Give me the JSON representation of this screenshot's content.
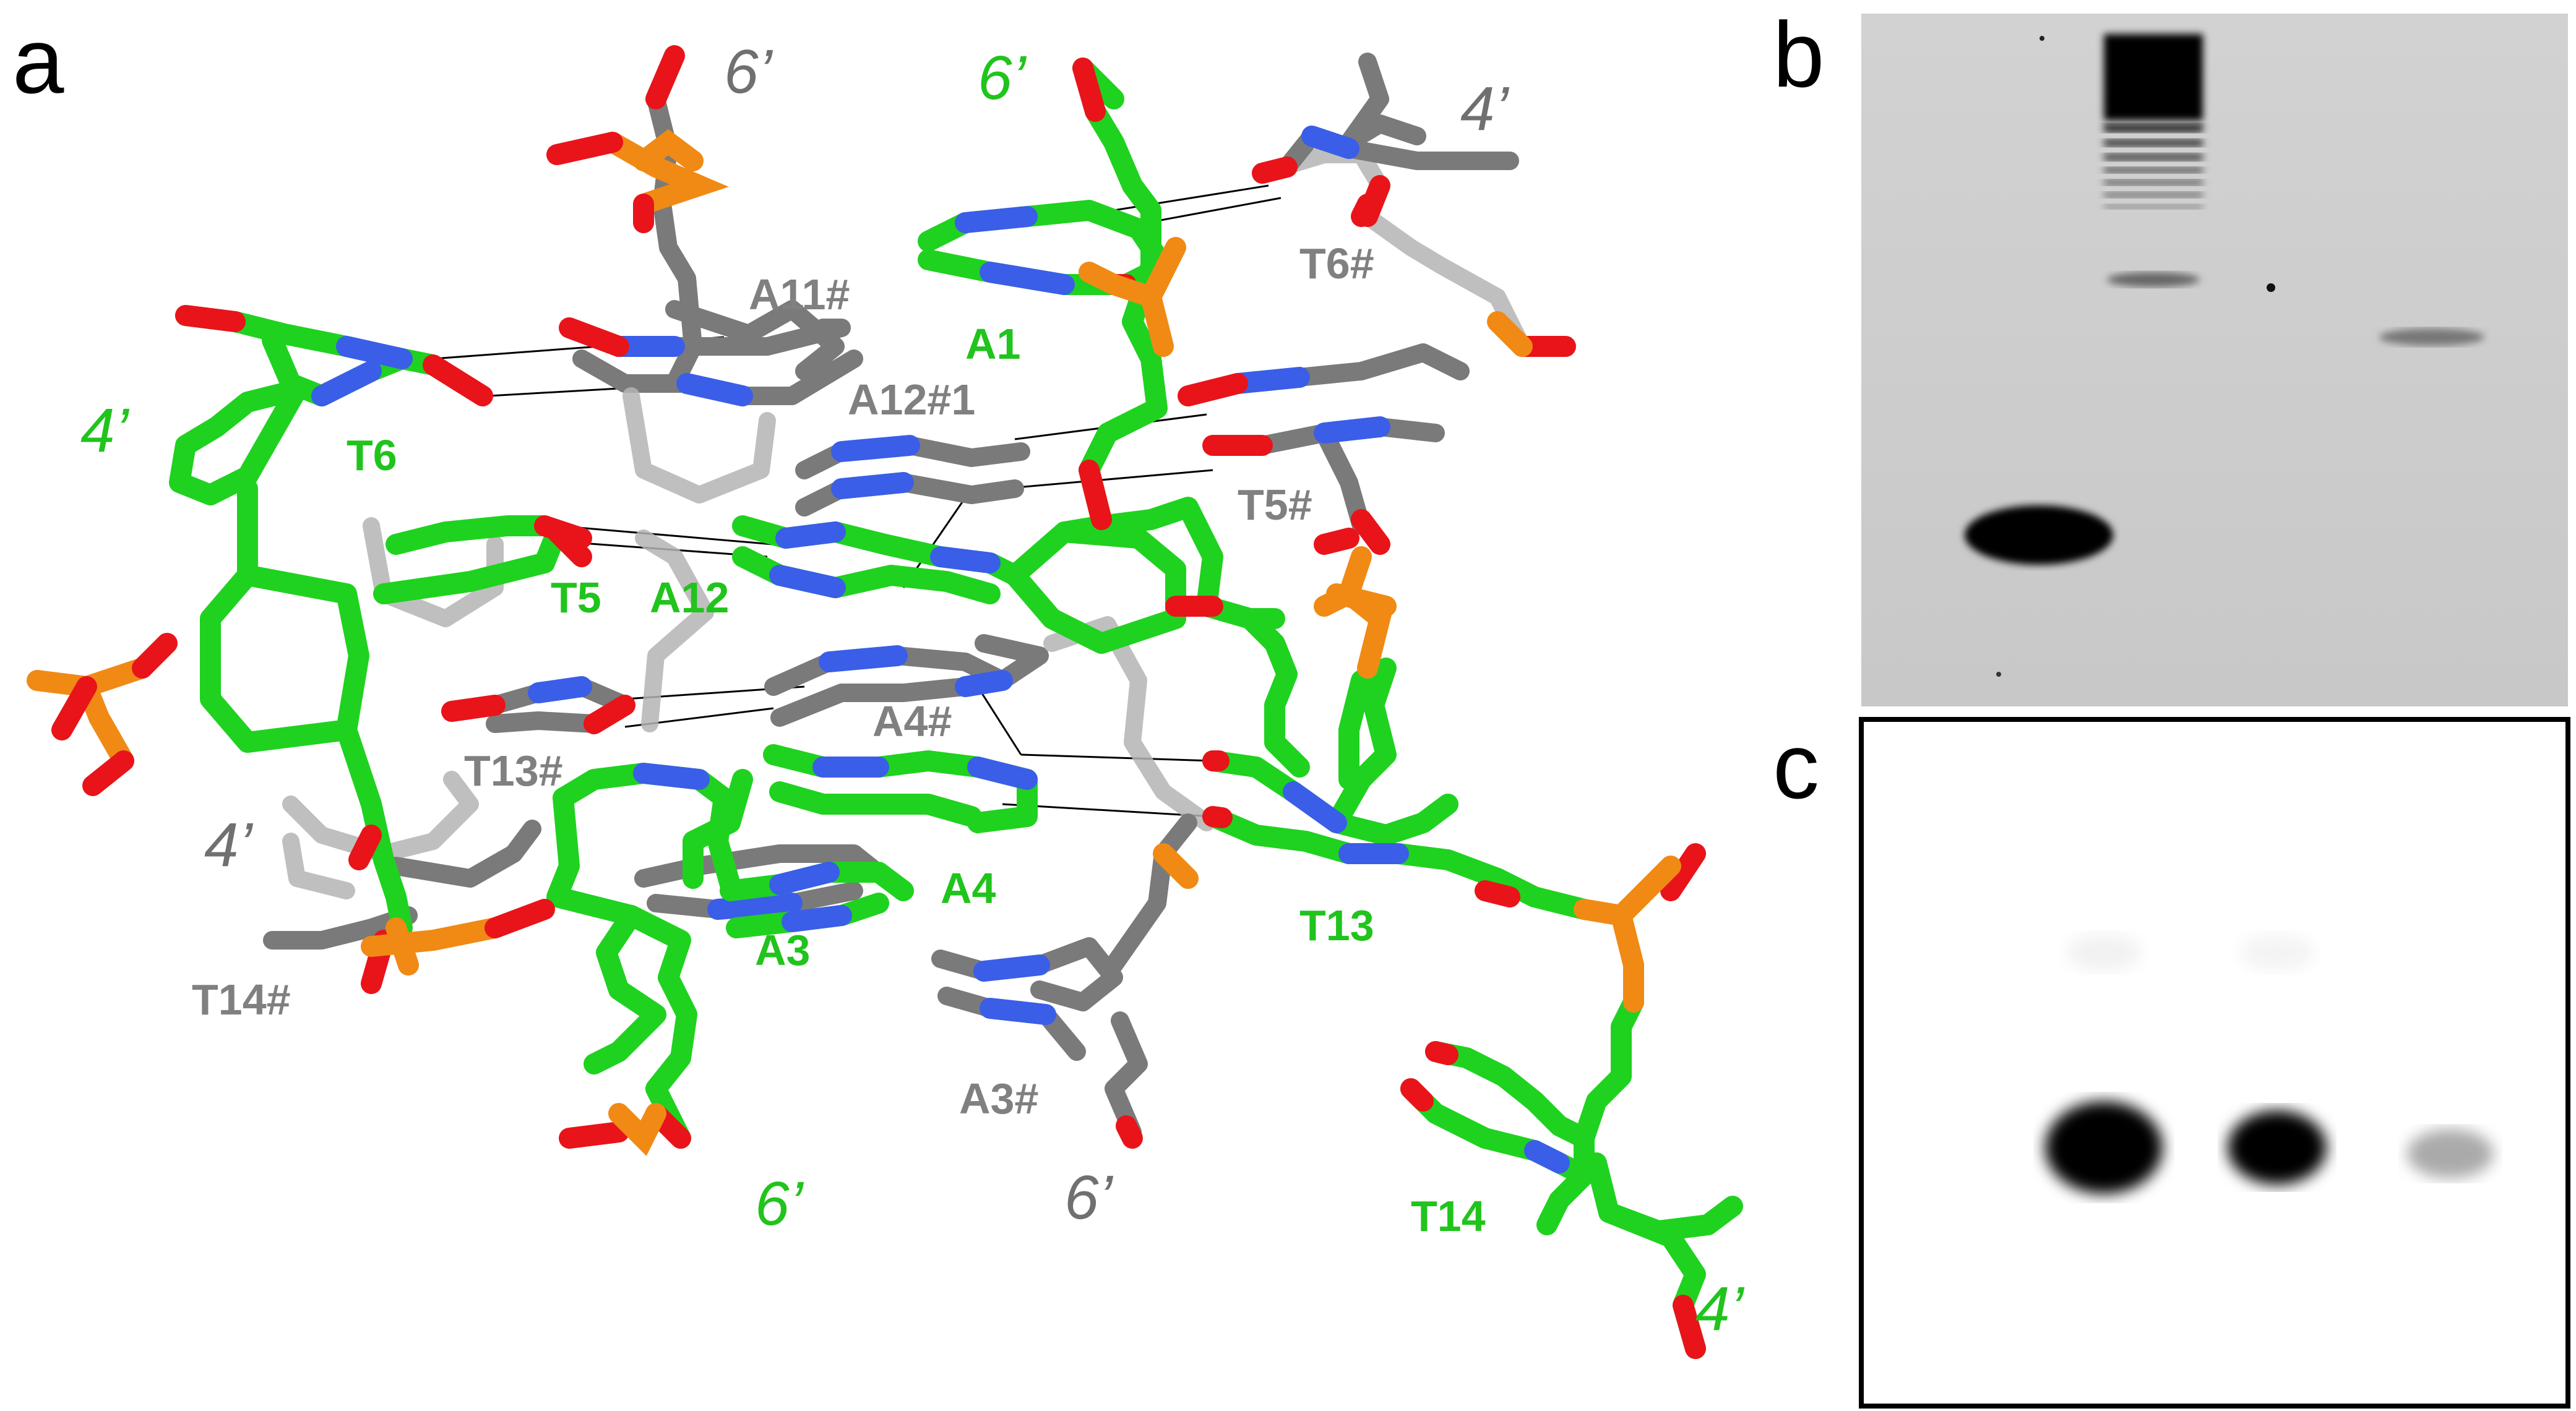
{
  "panels": {
    "a": {
      "letter": "a"
    },
    "b": {
      "letter": "b"
    },
    "c": {
      "letter": "c"
    }
  },
  "labels_green": [
    "6’",
    "A1",
    "T6",
    "4’",
    "T5",
    "A12",
    "A4",
    "A3",
    "T13",
    "6’",
    "T14",
    "4’"
  ],
  "labels_gray": [
    "6’",
    "4’",
    "A11#",
    "T6#",
    "A12#1",
    "T5#",
    "A4#",
    "T13#",
    "4’",
    "T14#",
    "A3#",
    "6’"
  ],
  "colors": {
    "carbon_green": "#1fd21f",
    "carbon_gray": "#7a7a7a",
    "nitrogen": "#3a5ee8",
    "oxygen": "#e8141a",
    "phosphorus": "#f08a14",
    "label_green": "#20c41c",
    "label_gray": "#808080"
  },
  "gel_b": {
    "lanes": [
      {
        "band_fraction": 0.78,
        "intensity": 0.95
      },
      {
        "band_fraction": 0.1,
        "intensity": 0.9,
        "ladder": true
      },
      {
        "band_fraction": 0.48,
        "intensity": 0.35
      }
    ]
  },
  "gel_c": {
    "spots": [
      {
        "intensity": 1.0
      },
      {
        "intensity": 0.85
      },
      {
        "intensity": 0.35
      }
    ]
  }
}
